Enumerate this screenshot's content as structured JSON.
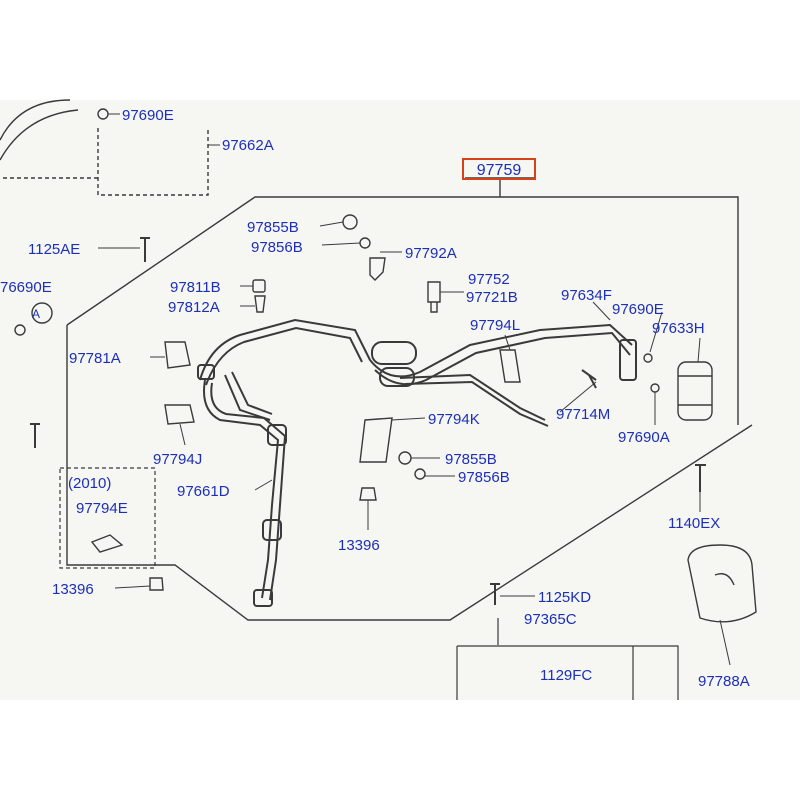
{
  "diagram": {
    "colors": {
      "label": "#1b2fb8",
      "line": "#3a3a3a",
      "highlight": "#d4411a",
      "paper": "#f6f6f3"
    },
    "highlight_label": "97759",
    "labels": {
      "l97690E_top": "97690E",
      "l97662A": "97662A",
      "l97855B_top": "97855B",
      "l97856B_top": "97856B",
      "l97792A": "97792A",
      "l1125AE": "1125AE",
      "l76690E": "76690E",
      "l97811B": "97811B",
      "l97812A": "97812A",
      "l97752": "97752",
      "l97721B": "97721B",
      "l97634F": "97634F",
      "l97690E_right": "97690E",
      "l97633H": "97633H",
      "l97794L": "97794L",
      "l97781A": "97781A",
      "l97714M": "97714M",
      "l97794K": "97794K",
      "l97690A": "97690A",
      "l97794J": "97794J",
      "l97855B_bot": "97855B",
      "l97856B_bot": "97856B",
      "l97661D": "97661D",
      "l1140EX": "1140EX",
      "l2010": "(2010)",
      "l97794E": "97794E",
      "l13396_mid": "13396",
      "l13396_left": "13396",
      "l1125KD": "1125KD",
      "l97365C": "97365C",
      "l1129FC": "1129FC",
      "l97788A": "97788A",
      "circle_A": "A"
    }
  }
}
